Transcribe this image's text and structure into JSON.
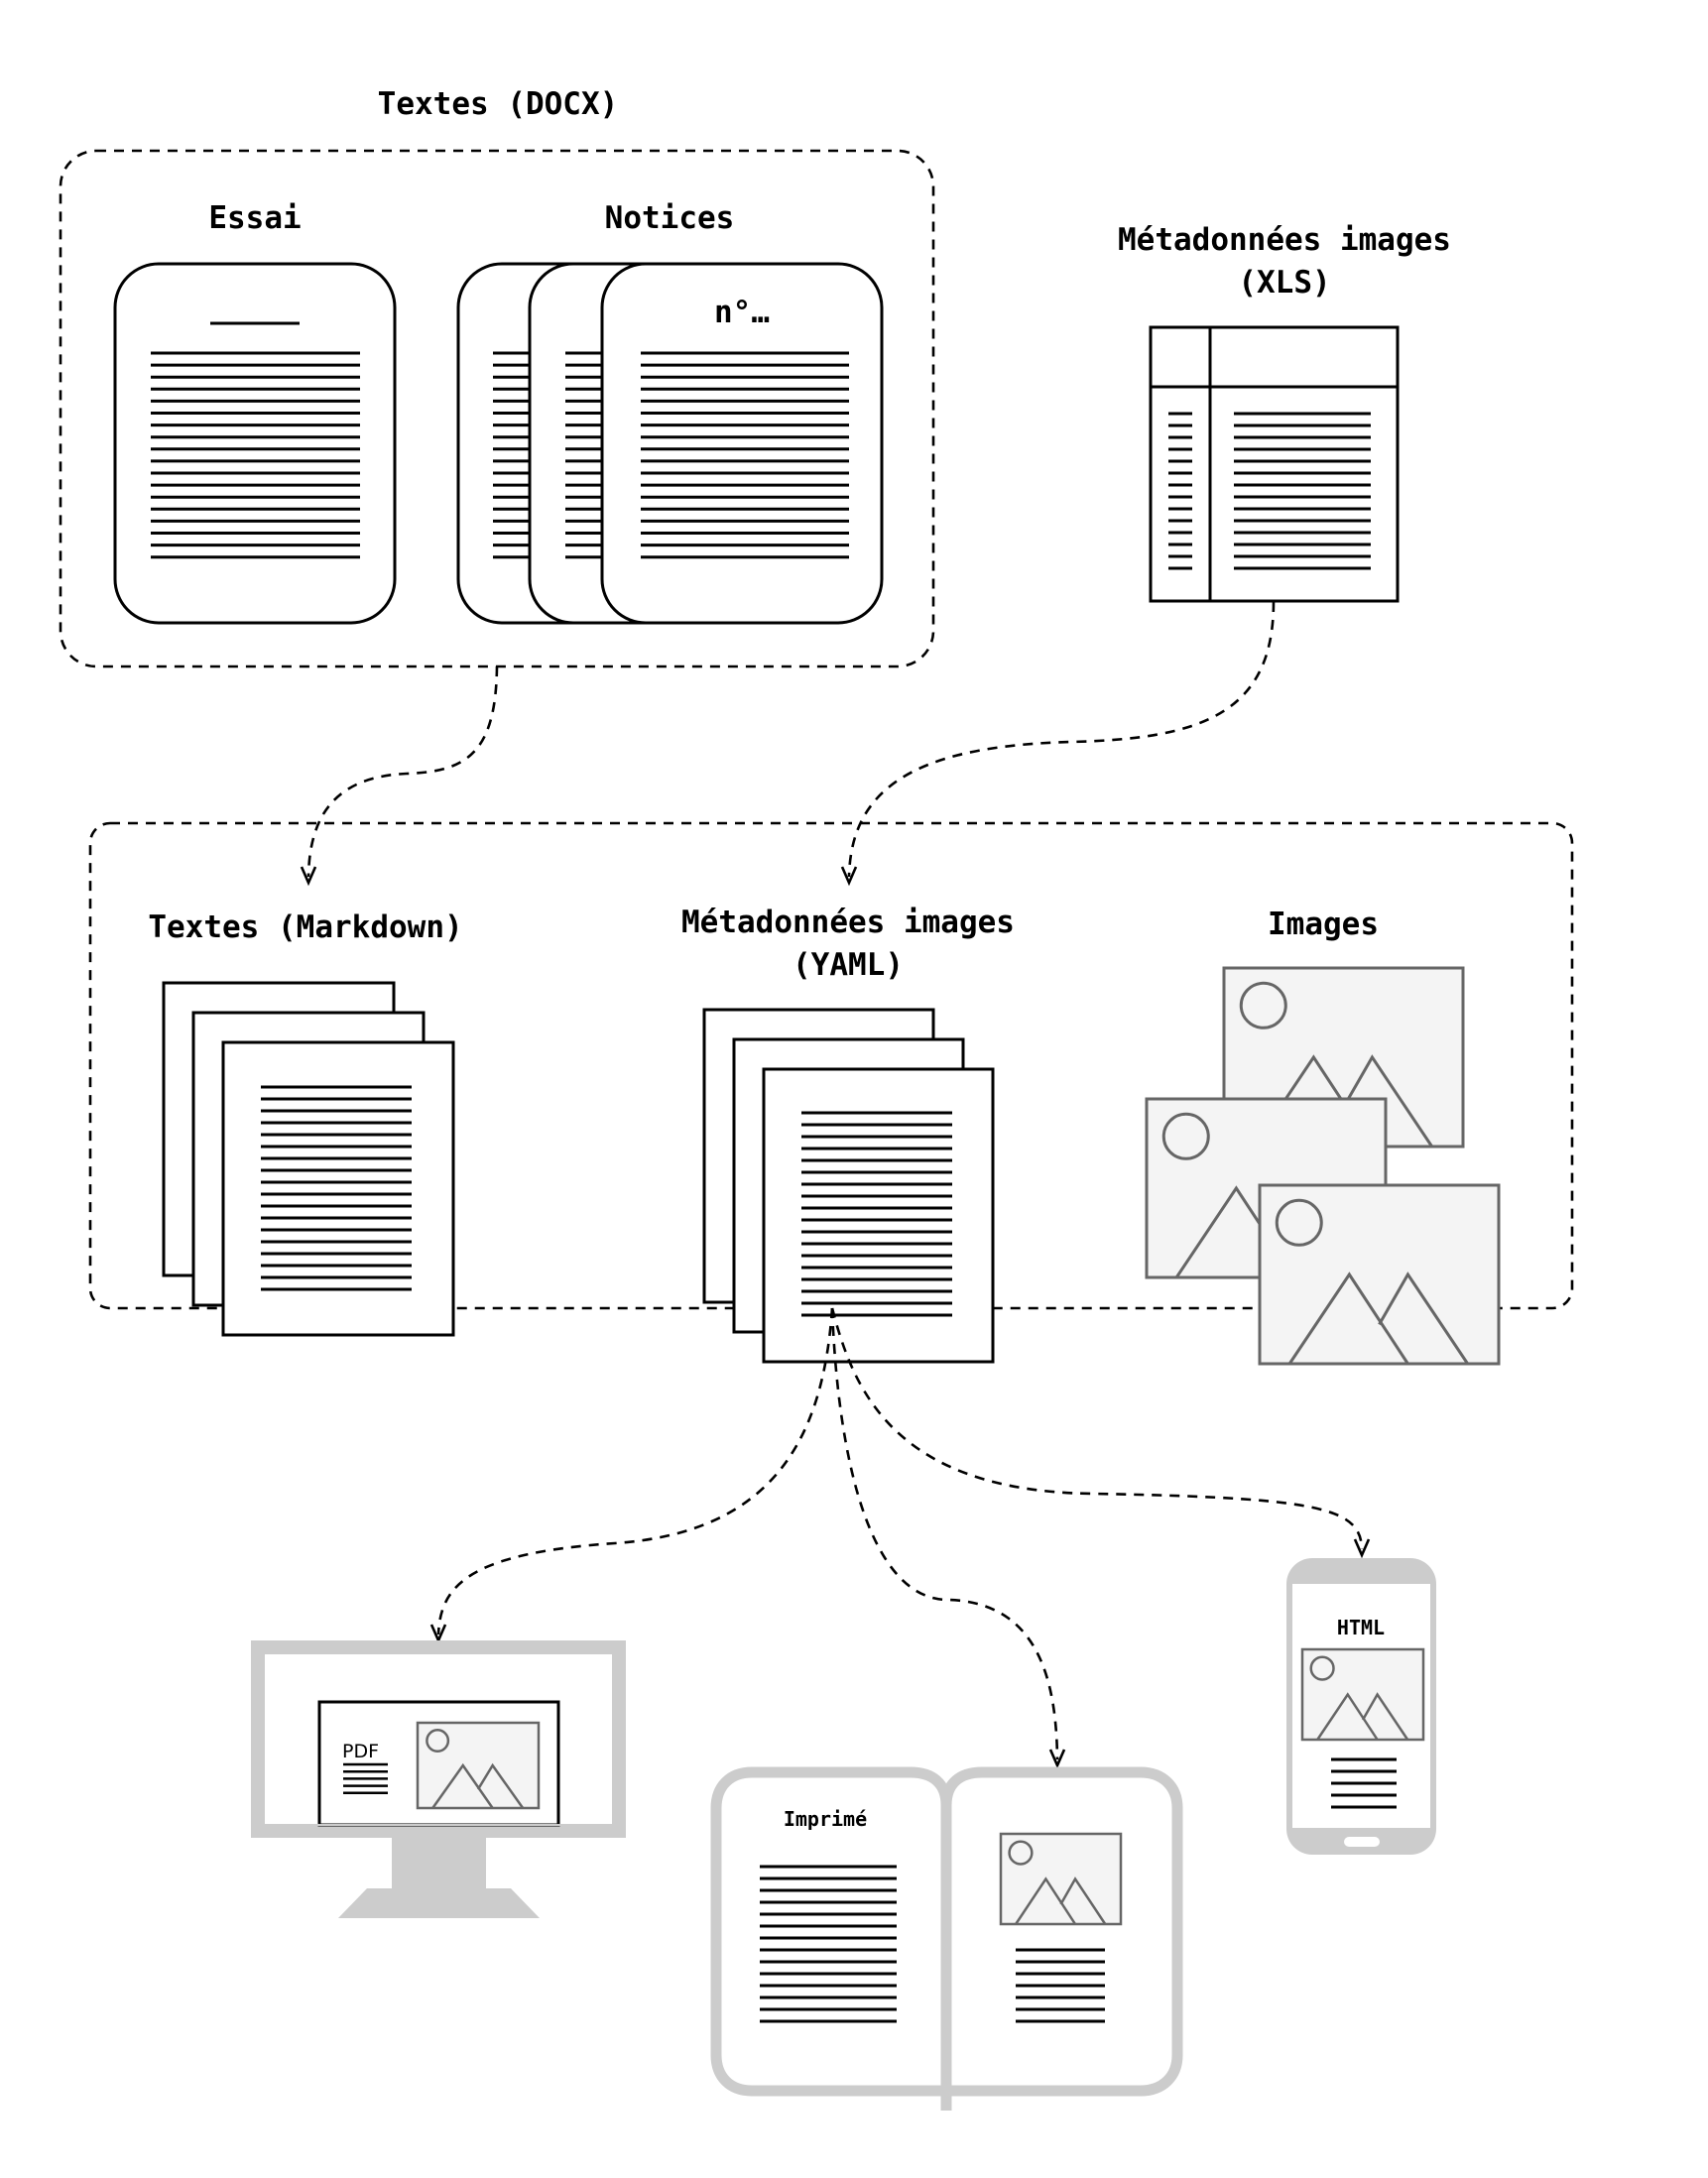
{
  "colors": {
    "ink": "#000000",
    "image_stroke": "#666666",
    "image_fill": "#f4f4f4",
    "device_gray": "#cccccc",
    "background": "#ffffff"
  },
  "sources": {
    "group_title": "Textes (DOCX)",
    "essai": {
      "label": "Essai",
      "icon": "document-icon",
      "text_lines": 18
    },
    "notices": {
      "label": "Notices",
      "icon": "document-stack-icon",
      "front_label": "n°…",
      "text_lines": 18,
      "copies": 3
    },
    "spreadsheet": {
      "title_line1": "Métadonnées images",
      "title_line2": "(XLS)",
      "icon": "spreadsheet-icon",
      "rows": 14
    }
  },
  "intermediate": {
    "markdown": {
      "label": "Textes (Markdown)",
      "icon": "file-stack-icon",
      "text_lines": 18,
      "copies": 3
    },
    "yaml": {
      "title_line1": "Métadonnées images",
      "title_line2": "(YAML)",
      "icon": "file-stack-icon",
      "text_lines": 18,
      "copies": 3
    },
    "images": {
      "label": "Images",
      "icon": "image-icon",
      "copies": 3
    }
  },
  "outputs": {
    "pdf": {
      "label": "PDF",
      "device": "monitor-icon",
      "text_lines": 5
    },
    "print": {
      "label": "Imprimé",
      "device": "book-icon",
      "left_lines": 14,
      "right_lines": 7
    },
    "html": {
      "label": "HTML",
      "device": "phone-icon",
      "text_lines": 5
    }
  },
  "connectors": [
    {
      "from": "Textes (DOCX)",
      "to": "Textes (Markdown)"
    },
    {
      "from": "Métadonnées images (XLS)",
      "to": "Métadonnées images (YAML)"
    },
    {
      "from": "intermediate",
      "to": "PDF"
    },
    {
      "from": "intermediate",
      "to": "Imprimé"
    },
    {
      "from": "intermediate",
      "to": "HTML"
    }
  ]
}
